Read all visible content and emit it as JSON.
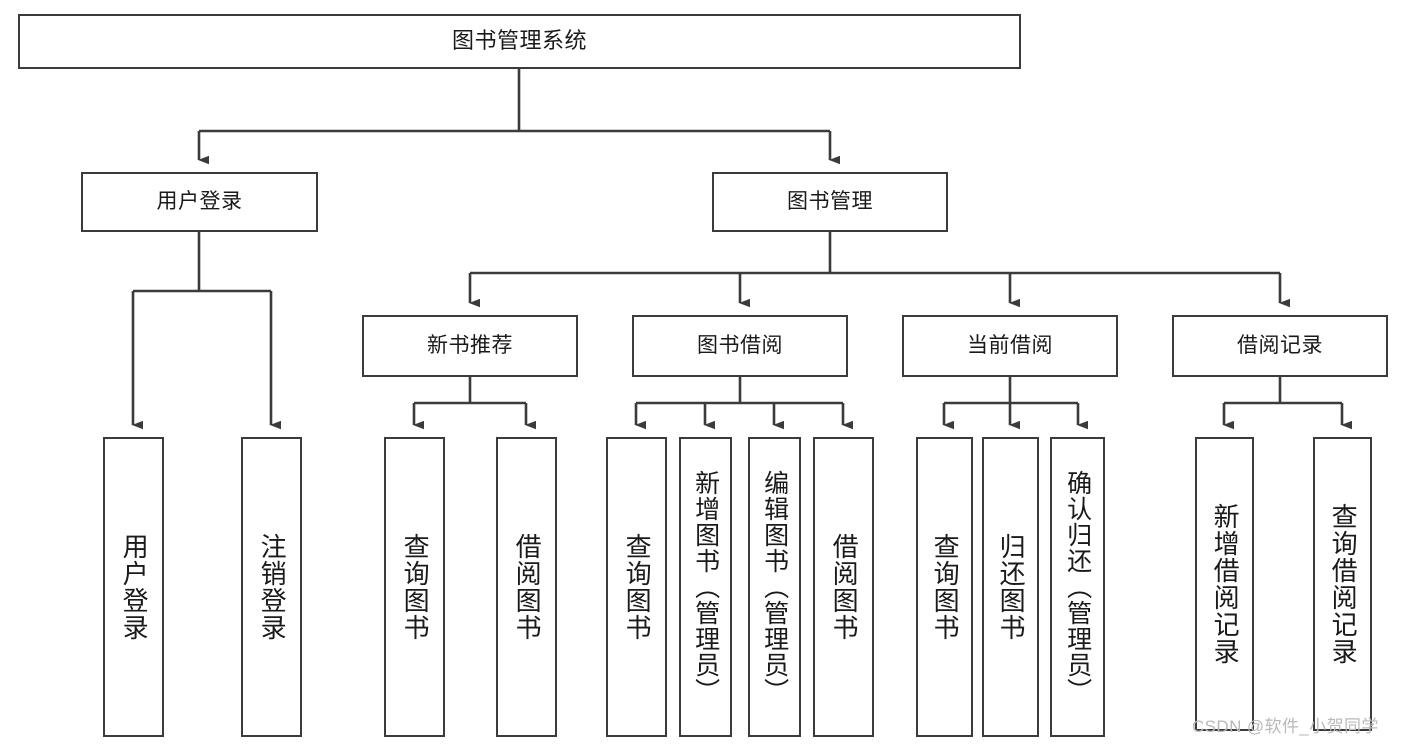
{
  "diagram": {
    "title": "图书管理系统",
    "type": "hierarchy-tree",
    "watermark": "CSDN @软件_小贺同学",
    "colors": {
      "stroke": "#3b3b3b",
      "fill": "#ffffff",
      "text": "#1a1a1a",
      "watermark": "#b9b9b9"
    },
    "nodes": {
      "root": {
        "label": "图书管理系统"
      },
      "level2": [
        {
          "label": "用户登录"
        },
        {
          "label": "图书管理"
        }
      ],
      "level3": [
        {
          "label": "新书推荐"
        },
        {
          "label": "图书借阅"
        },
        {
          "label": "当前借阅"
        },
        {
          "label": "借阅记录"
        }
      ],
      "leaves": {
        "user_login": [
          {
            "label": "用户登录"
          },
          {
            "label": "注销登录"
          }
        ],
        "new_book_recommend": [
          {
            "label": "查询图书"
          },
          {
            "label": "借阅图书"
          }
        ],
        "book_borrow": [
          {
            "label": "查询图书"
          },
          {
            "label": "新增图书（管理员）"
          },
          {
            "label": "编辑图书（管理员）"
          },
          {
            "label": "借阅图书"
          }
        ],
        "current_borrow": [
          {
            "label": "查询图书"
          },
          {
            "label": "归还图书"
          },
          {
            "label": "确认归还（管理员）"
          }
        ],
        "borrow_record": [
          {
            "label": "新增借阅记录"
          },
          {
            "label": "查询借阅记录"
          }
        ]
      }
    }
  }
}
